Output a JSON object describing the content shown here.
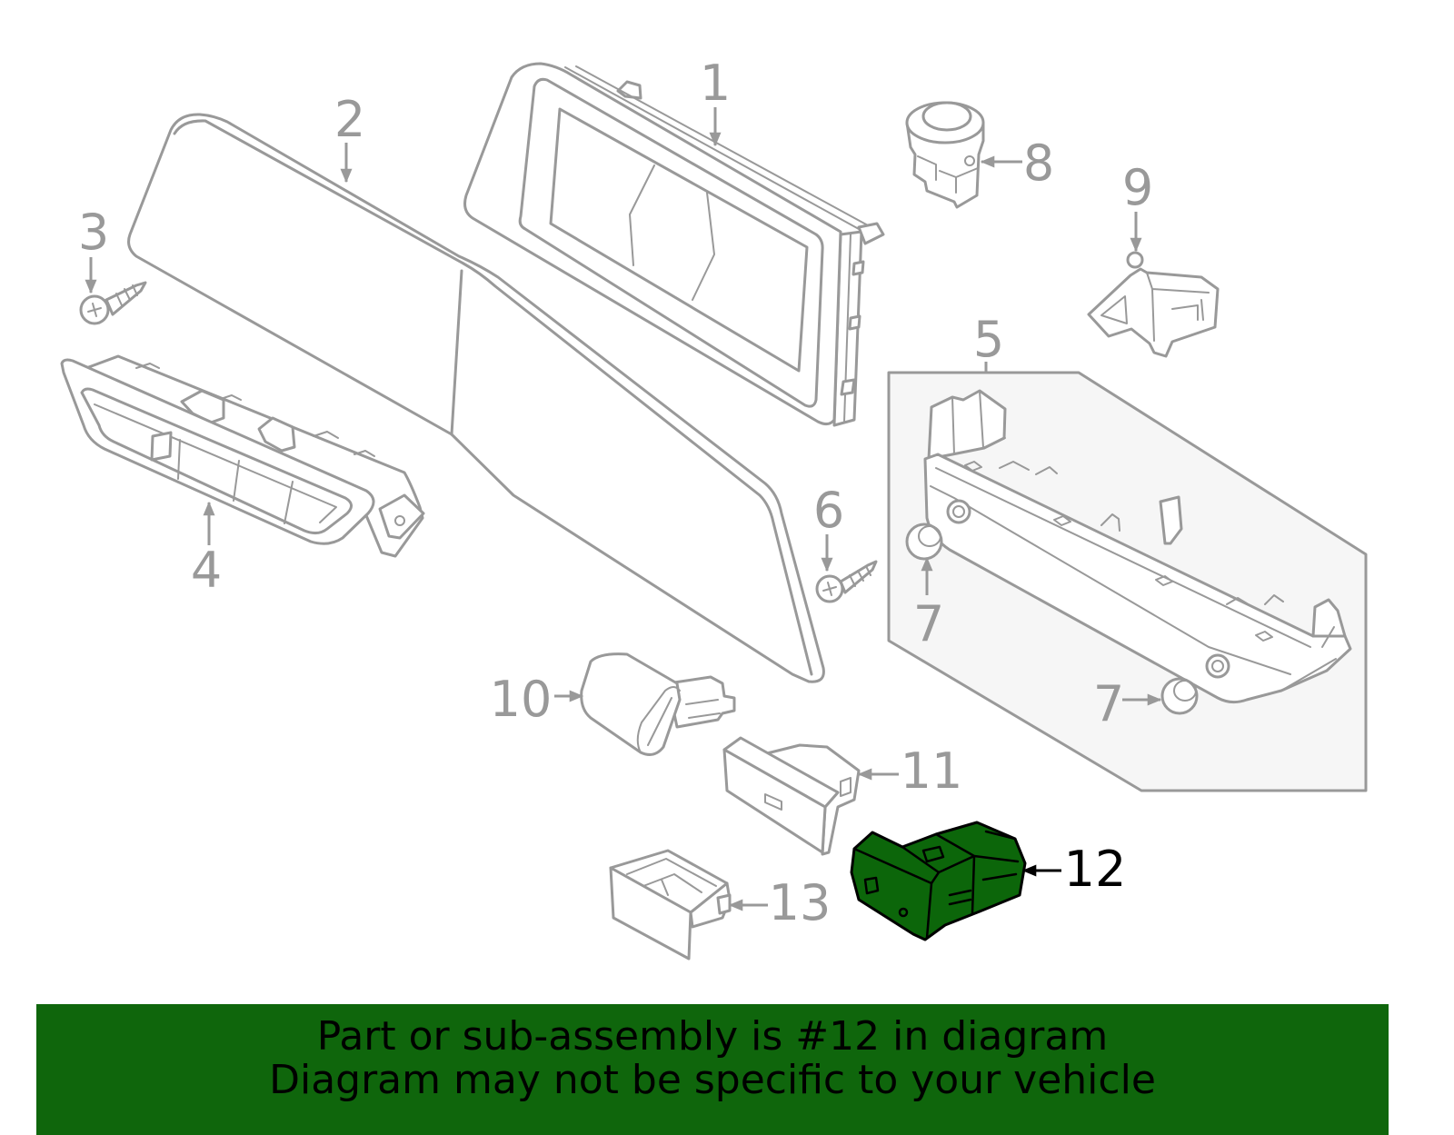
{
  "diagram": {
    "callouts": [
      "1",
      "2",
      "3",
      "4",
      "5",
      "6",
      "7",
      "7",
      "8",
      "9",
      "10",
      "11",
      "12",
      "13"
    ],
    "colors": {
      "line": "#999999",
      "group_box_fill": "#f6f6f6",
      "highlight_fill": "#0c660a",
      "highlight_label": "#000000",
      "banner": "#0f660c",
      "banner_text": "#000000"
    }
  },
  "banner": {
    "line1": "Part or sub-assembly is #12 in diagram",
    "line2": "Diagram may not be specific to your vehicle"
  }
}
